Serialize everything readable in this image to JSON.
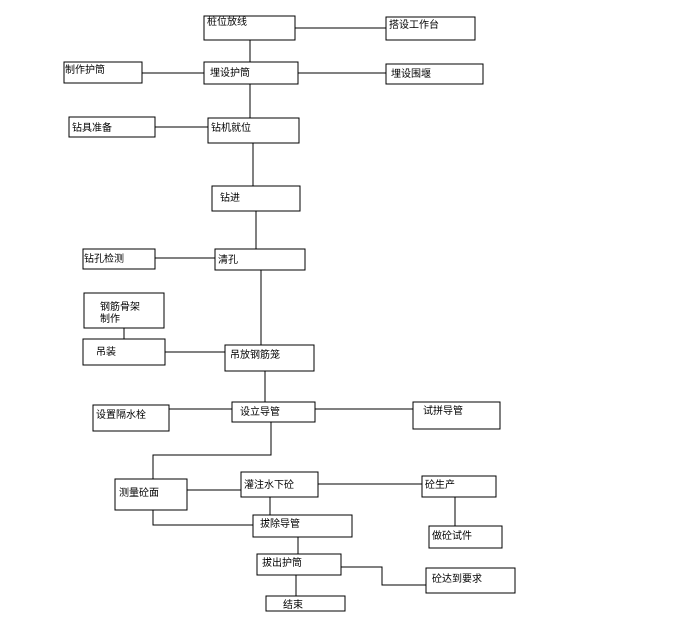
{
  "nodes": {
    "pile_layout": "桩位放线",
    "work_platform": "搭设工作台",
    "make_casing": "制作护筒",
    "bury_casing": "埋设护筒",
    "bury_cofferdam": "埋设围堰",
    "drill_tools": "钻具准备",
    "rig_position": "钻机就位",
    "drilling": "钻进",
    "hole_inspection": "钻孔检测",
    "hole_cleaning": "清孔",
    "cage_fabrication_1": "钢筋骨架",
    "cage_fabrication_2": "制作",
    "hoisting": "吊装",
    "lower_cage": "吊放钢筋笼",
    "set_tremie": "设立导管",
    "water_plug": "设置隔水栓",
    "trial_tremie": "试拼导管",
    "measure_surface": "测量砼面",
    "pour_concrete": "灌注水下砼",
    "concrete_production": "砼生产",
    "remove_tremie": "拔除导管",
    "concrete_specimen": "做砼试件",
    "pull_casing": "拔出护筒",
    "concrete_requirement": "砼达到要求",
    "finish": "结束"
  }
}
